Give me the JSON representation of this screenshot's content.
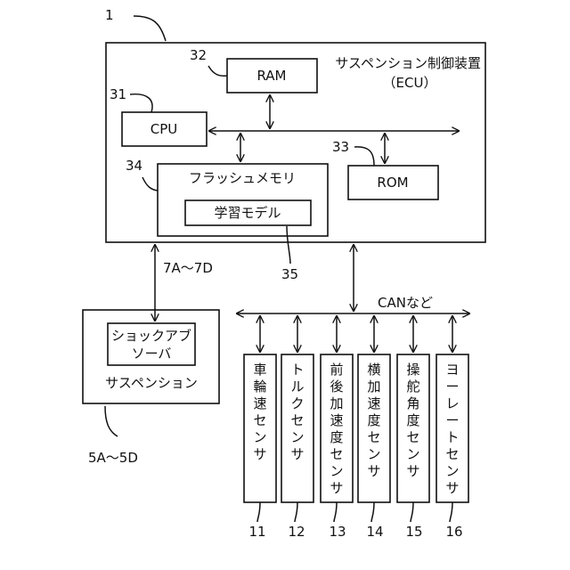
{
  "refs": {
    "device": "1",
    "ram": "32",
    "cpu": "31",
    "rom": "33",
    "flash": "34",
    "model": "35",
    "suspension": "5A～5D",
    "link": "7A～7D"
  },
  "ecu": {
    "title": "サスペンション制御装置",
    "subtitle": "（ECU）",
    "ram": "RAM",
    "cpu": "CPU",
    "rom": "ROM",
    "flash": "フラッシュメモリ",
    "model": "学習モデル"
  },
  "suspension": {
    "absorber_line1": "ショックアブ",
    "absorber_line2": "ソーバ",
    "label": "サスペンション"
  },
  "bus": {
    "label": "CANなど"
  },
  "sensors": [
    {
      "label": "車輪速センサ",
      "ref": "11"
    },
    {
      "label": "トルクセンサ",
      "ref": "12"
    },
    {
      "label": "前後加速度センサ",
      "ref": "13"
    },
    {
      "label": "横加速度センサ",
      "ref": "14"
    },
    {
      "label": "操舵角度センサ",
      "ref": "15"
    },
    {
      "label": "ヨーレートセンサ",
      "ref": "16"
    }
  ]
}
